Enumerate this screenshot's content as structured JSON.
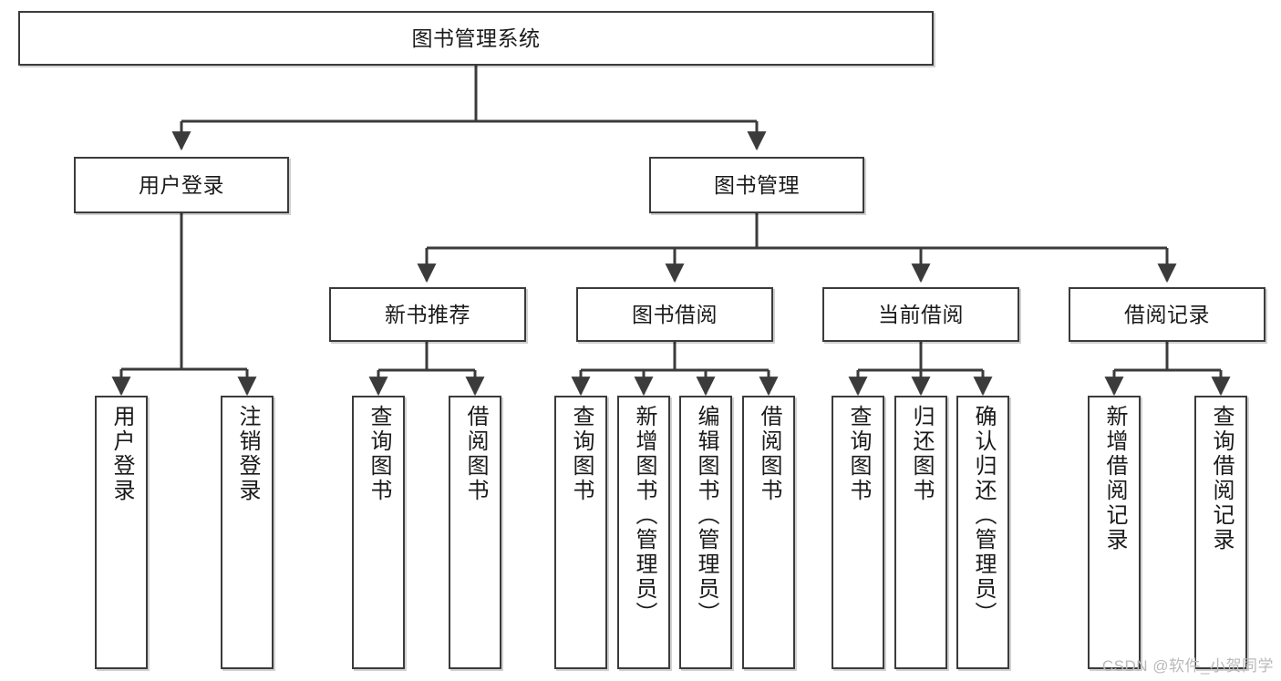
{
  "diagram": {
    "type": "tree-hierarchy-chart",
    "title": "图书管理系统",
    "watermark": "CSDN @软件_小贺同学",
    "colors": {
      "stroke": "#3b3b3b",
      "fill": "#ffffff",
      "text": "#1a1a1a",
      "watermark": "#b9b9b9"
    },
    "levels": {
      "root": {
        "label": "图书管理系统"
      },
      "level2": [
        {
          "id": "user-login",
          "label": "用户登录"
        },
        {
          "id": "book-management",
          "label": "图书管理"
        }
      ],
      "level3": [
        {
          "id": "new-book-recommend",
          "label": "新书推荐"
        },
        {
          "id": "book-borrow",
          "label": "图书借阅"
        },
        {
          "id": "current-borrow",
          "label": "当前借阅"
        },
        {
          "id": "borrow-record",
          "label": "借阅记录"
        }
      ],
      "leaves": {
        "user-login": [
          {
            "id": "leaf-user-login",
            "label": "用户登录"
          },
          {
            "id": "leaf-logout",
            "label": "注销登录"
          }
        ],
        "new-book-recommend": [
          {
            "id": "leaf-query-book-1",
            "label": "查询图书"
          },
          {
            "id": "leaf-borrow-book-1",
            "label": "借阅图书"
          }
        ],
        "book-borrow": [
          {
            "id": "leaf-query-book-2",
            "label": "查询图书"
          },
          {
            "id": "leaf-add-book",
            "label": "新增图书（管理员）"
          },
          {
            "id": "leaf-edit-book",
            "label": "编辑图书（管理员）"
          },
          {
            "id": "leaf-borrow-book-2",
            "label": "借阅图书"
          }
        ],
        "current-borrow": [
          {
            "id": "leaf-query-book-3",
            "label": "查询图书"
          },
          {
            "id": "leaf-return-book",
            "label": "归还图书"
          },
          {
            "id": "leaf-confirm-return",
            "label": "确认归还（管理员）"
          }
        ],
        "borrow-record": [
          {
            "id": "leaf-add-record",
            "label": "新增借阅记录"
          },
          {
            "id": "leaf-query-record",
            "label": "查询借阅记录"
          }
        ]
      }
    }
  }
}
